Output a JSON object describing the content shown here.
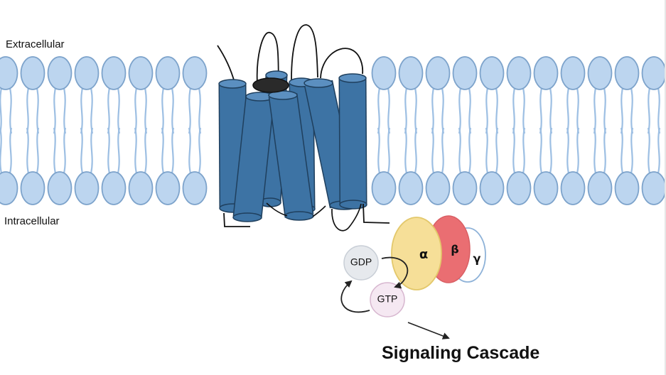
{
  "labels": {
    "extracellular": "Extracellular",
    "intracellular": "Intracellular"
  },
  "g_protein": {
    "alpha": "α",
    "beta": "β",
    "gamma": "γ"
  },
  "nucleotides": {
    "gdp": "GDP",
    "gtp": "GTP"
  },
  "output": {
    "title": "Signaling Cascade"
  },
  "colors": {
    "lipid_head_fill": "#bcd5ef",
    "lipid_head_stroke": "#7da3cb",
    "lipid_tail": "#9dbfe3",
    "helix_fill": "#3d73a4",
    "helix_top": "#5b8fc0",
    "helix_stroke": "#1f3f5d",
    "ligand": "#2a2a2a",
    "alpha": "#f6df98",
    "alpha_stroke": "#e3c86b",
    "beta": "#ea6e72",
    "gamma": "#ffffff",
    "gamma_stroke": "#8eb2d8",
    "gdp_fill": "#e6e9ed",
    "gdp_stroke": "#c8ced6",
    "gtp_fill": "#f5e8f2",
    "gtp_stroke": "#d7b6cf"
  }
}
